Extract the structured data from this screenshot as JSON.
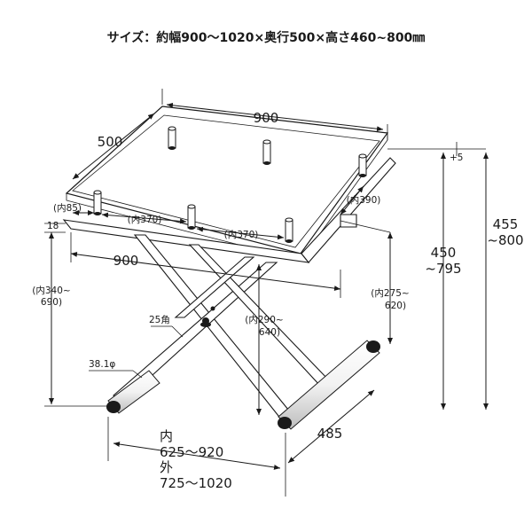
{
  "title": "サイズ：約幅900～1020×奥行500×高さ460~800㎜",
  "labels": {
    "top_width": "900",
    "top_depth": "500",
    "inner_85": "(内85)",
    "inner_370_left": "(内370)",
    "inner_370_right": "(内370)",
    "inner_390": "(内390)",
    "thickness_18": "18",
    "plus_5": "+5",
    "side_height_455": "455",
    "side_height_800": "~800",
    "side_height_450": "450",
    "side_height_795": "~795",
    "front_width_900": "900",
    "inner_340": "(内340~",
    "inner_690": "690)",
    "inner_275": "(内275~",
    "inner_620": "620)",
    "inner_290": "(内290~",
    "inner_640": "640)",
    "square_25": "25角",
    "pipe_381": "38.1φ",
    "base_depth_485": "485",
    "inner_label": "内",
    "inner_range": "625～920",
    "outer_label": "外",
    "outer_range": "725～1020"
  }
}
